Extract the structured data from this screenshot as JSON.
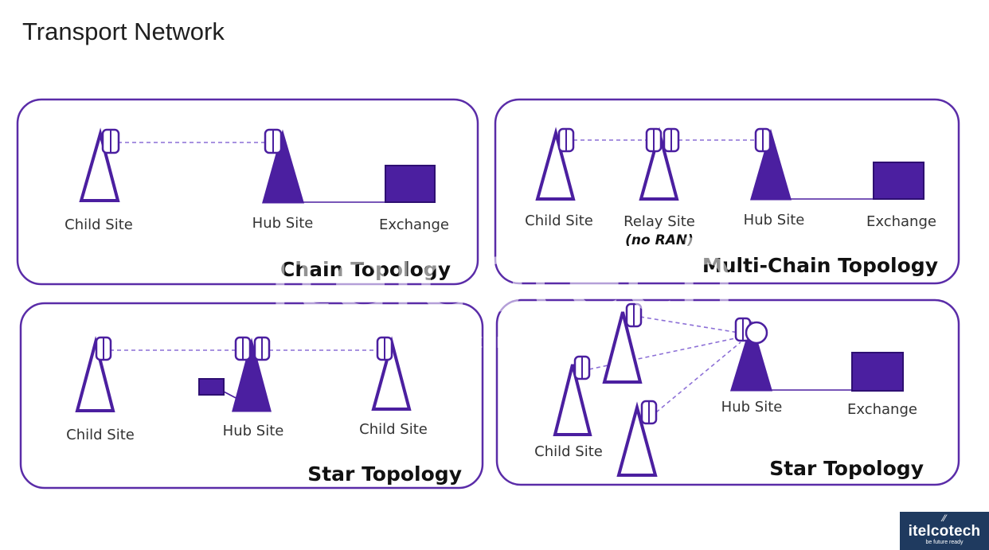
{
  "slide": {
    "title": "Transport Network"
  },
  "colors": {
    "accent": "#4b1fa0",
    "frame": "#5a2ca8",
    "text": "#333333",
    "link_dashed": "#8c6fd6",
    "logo_bg": "#1f3a5f"
  },
  "panels": [
    {
      "id": "chain",
      "title": "Chain Topology",
      "labels": {
        "child": "Child Site",
        "hub": "Hub Site",
        "exchange": "Exchange"
      }
    },
    {
      "id": "multi-chain",
      "title": "Multi-Chain Topology",
      "labels": {
        "child": "Child Site",
        "relay": "Relay Site",
        "relay_note": "(no RAN)",
        "hub": "Hub Site",
        "exchange": "Exchange"
      }
    },
    {
      "id": "star-left",
      "title": "Star Topology",
      "labels": {
        "child_left": "Child Site",
        "hub": "Hub Site",
        "child_right": "Child Site"
      }
    },
    {
      "id": "star-right",
      "title": "Star Topology",
      "labels": {
        "child": "Child Site",
        "hub": "Hub Site",
        "exchange": "Exchange"
      }
    }
  ],
  "watermark": {
    "name": "itelcotech",
    "tagline": "be future ready"
  },
  "logo": {
    "name": "itelcotech",
    "tagline": "be future ready"
  }
}
